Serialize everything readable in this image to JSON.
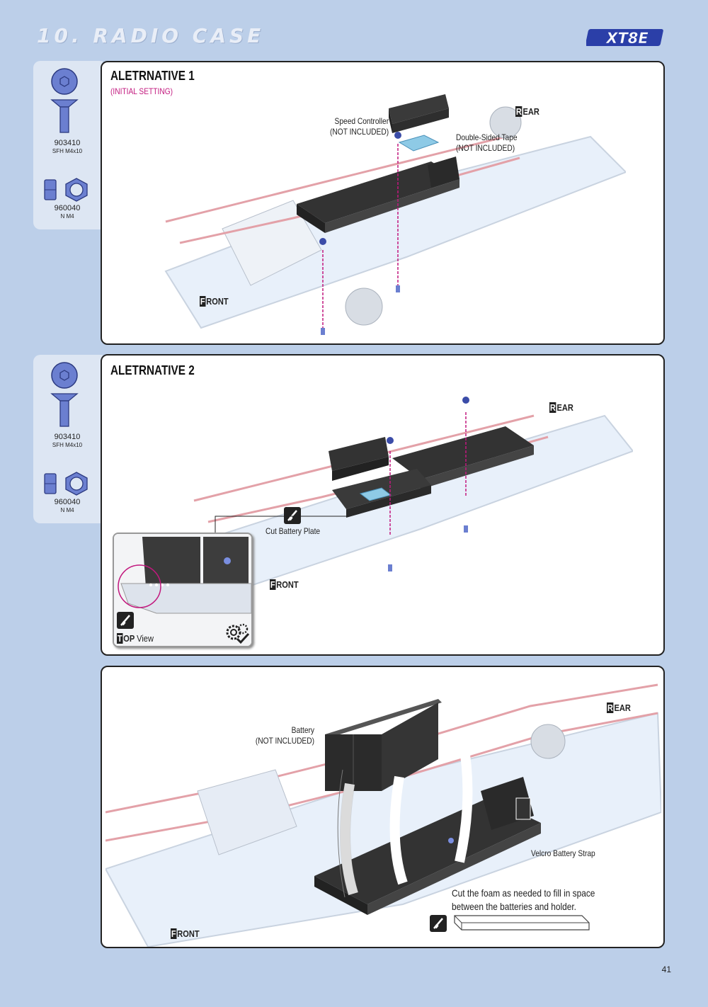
{
  "header": {
    "section_title": "10. RADIO CASE",
    "logo_text": "XT8E"
  },
  "parts": [
    {
      "code": "903410",
      "desc": "SFH M4x10"
    },
    {
      "code": "960040",
      "desc": "N M4"
    }
  ],
  "panel1": {
    "title": "ALETRNATIVE 1",
    "subtitle": "(INITIAL SETTING)",
    "speed_controller": "Speed Controller",
    "speed_controller_note": "(NOT INCLUDED)",
    "tape": "Double-Sided Tape",
    "tape_note": "(NOT INCLUDED)",
    "rear_initial": "R",
    "rear_rest": "EAR",
    "front_initial": "F",
    "front_rest": "RONT"
  },
  "panel2": {
    "title": "ALETRNATIVE 2",
    "cut_label": "Cut Battery Plate",
    "view_initial": "T",
    "view_bold": "OP",
    "view_rest": "View",
    "rear_initial": "R",
    "rear_rest": "EAR",
    "front_initial": "F",
    "front_rest": "RONT"
  },
  "panel3": {
    "battery": "Battery",
    "battery_note": "(NOT INCLUDED)",
    "strap": "Velcro Battery Strap",
    "note_line1": "Cut the foam as needed to fill in space",
    "note_line2": "between the batteries and holder.",
    "rear_initial": "R",
    "rear_rest": "EAR",
    "front_initial": "F",
    "front_rest": "RONT"
  },
  "footer": {
    "page_number": "41"
  },
  "colors": {
    "background": "#bccfe9",
    "accent_magenta": "#c2187e",
    "part_blue": "#4a5fb0"
  }
}
